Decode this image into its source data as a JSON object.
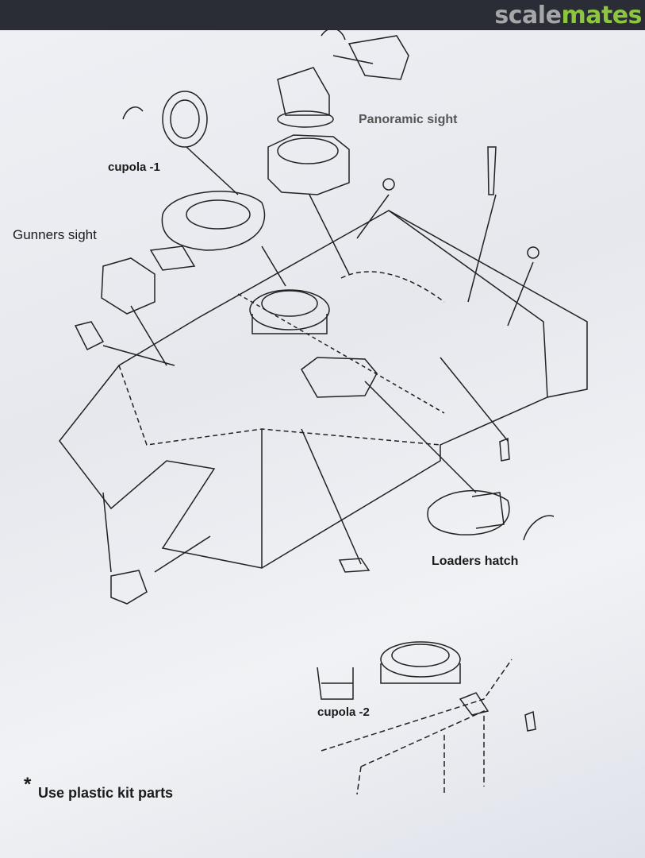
{
  "header": {
    "logo_part1": "scale",
    "logo_part2": "mates"
  },
  "labels": {
    "panoramic_sight": "Panoramic sight",
    "cupola_1": "cupola -1",
    "gunners_sight": "Gunners sight",
    "loaders_hatch": "Loaders hatch",
    "cupola_2": "cupola -2",
    "note": "Use plastic kit parts",
    "asterisk": "*"
  }
}
